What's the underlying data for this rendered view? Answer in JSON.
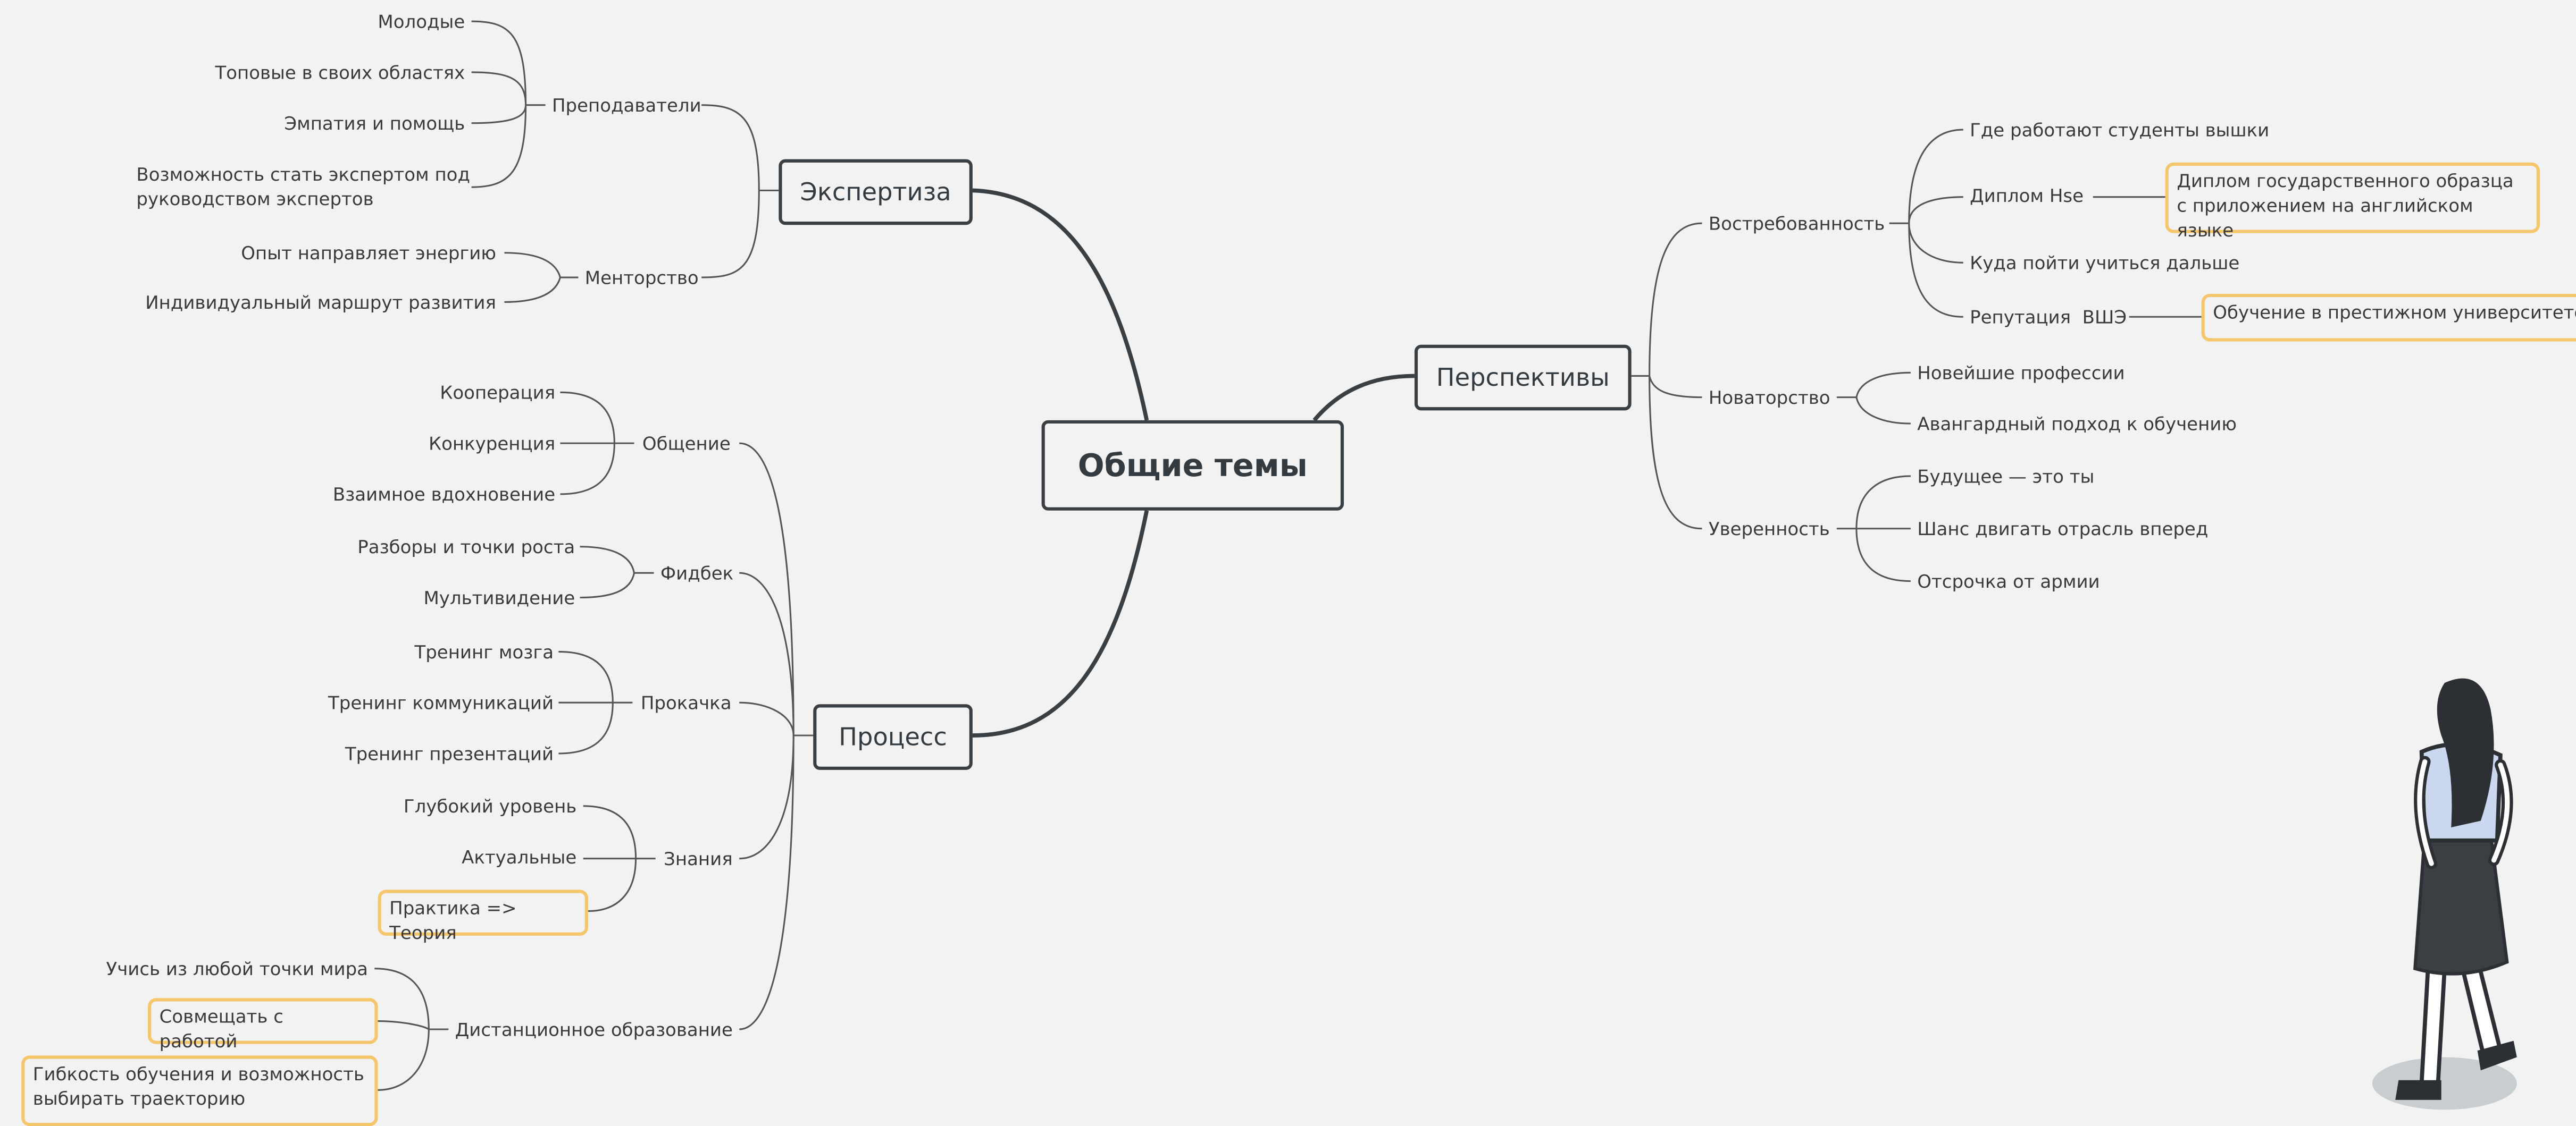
{
  "root": "Общие темы",
  "expertise": {
    "title": "Экспертиза",
    "teachers": {
      "label": "Преподаватели",
      "items": [
        "Молодые",
        "Топовые в своих областях",
        "Эмпатия и помощь",
        "Возможность стать экспертом под руководством экспертов"
      ]
    },
    "mentoring": {
      "label": "Менторство",
      "items": [
        "Опыт направляет энергию",
        "Индивидуальный маршрут развития"
      ]
    }
  },
  "process": {
    "title": "Процесс",
    "communication": {
      "label": "Общение",
      "items": [
        "Кооперация",
        "Конкуренция",
        "Взаимное вдохновение"
      ]
    },
    "feedback": {
      "label": "Фидбек",
      "items": [
        "Разборы и точки роста",
        "Мультивидение"
      ]
    },
    "upgrade": {
      "label": "Прокачка",
      "items": [
        "Тренинг мозга",
        "Тренинг коммуникаций",
        "Тренинг презентаций"
      ]
    },
    "knowledge": {
      "label": "Знания",
      "items": [
        "Глубокий уровень",
        "Актуальные",
        "Практика => Теория"
      ]
    },
    "distance": {
      "label": "Дистанционное образование",
      "items": [
        "Учись из любой точки мира",
        "Совмещать с работой",
        "Гибкость обучения и возможность выбирать траекторию"
      ]
    }
  },
  "prospects": {
    "title": "Перспективы",
    "demand": {
      "label": "Востребованность",
      "items": [
        "Где работают студенты вышки",
        "Диплом Hse",
        "Куда пойти учиться дальше",
        "Репутация  ВШЭ"
      ],
      "diploma_note": "Диплом государственного образца с приложением на английском языке",
      "reputation_note": "Обучение в престижном университете"
    },
    "innovation": {
      "label": "Новаторство",
      "items": [
        "Новейшие профессии",
        "Авангардный подход к обучению"
      ]
    },
    "confidence": {
      "label": "Уверенность",
      "items": [
        "Будущее — это ты",
        "Шанс двигать отрасль вперед",
        "Отсрочка от армии"
      ]
    }
  },
  "colors": {
    "line": "#3a3f44",
    "highlight": "#f5c66b",
    "background": "#f2f2f2"
  }
}
